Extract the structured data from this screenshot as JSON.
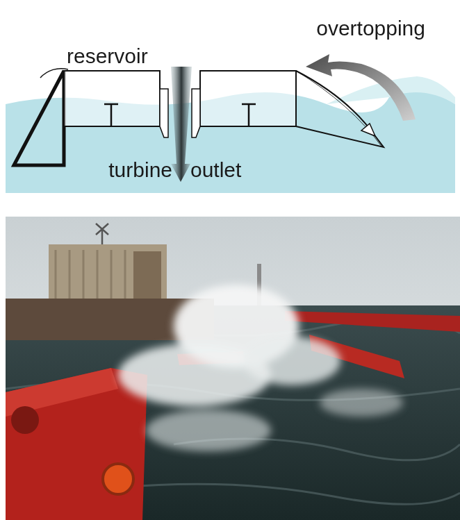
{
  "diagram": {
    "labels": [
      "overtopping",
      "reservoir",
      "turbine",
      "outlet"
    ]
  }
}
